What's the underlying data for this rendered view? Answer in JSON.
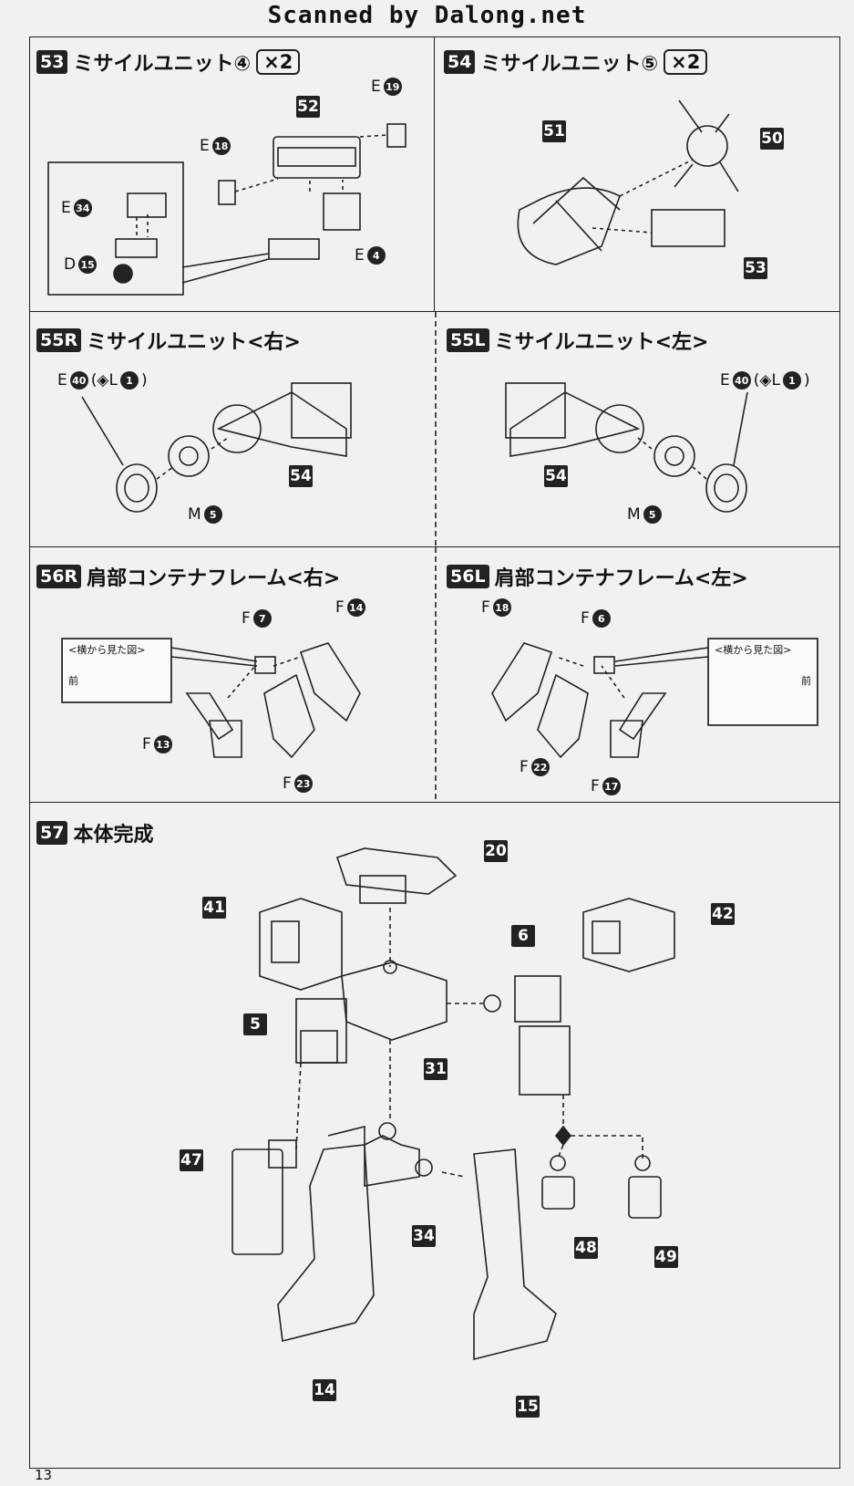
{
  "header": {
    "scan_credit": "Scanned by Dalong.net"
  },
  "footer": {
    "page_number": "13"
  },
  "steps": {
    "s53": {
      "num": "53",
      "title": "ミサイルユニット④",
      "mult": "×2",
      "parts": {
        "p52": "52",
        "e19_r": "E",
        "e19_n": "19",
        "e18_r": "E",
        "e18_n": "18",
        "e34_r": "E",
        "e34_n": "34",
        "d15_r": "D",
        "d15_n": "15",
        "e4_r": "E",
        "e4_n": "4"
      }
    },
    "s54": {
      "num": "54",
      "title": "ミサイルユニット⑤",
      "mult": "×2",
      "parts": {
        "p51": "51",
        "p50": "50",
        "p53": "53"
      }
    },
    "s55r": {
      "num": "55R",
      "title": "ミサイルユニット<右>",
      "parts": {
        "e40_r": "E",
        "e40_n": "40",
        "alt": "(◈L",
        "alt_n": "1",
        "alt_close": ")",
        "m5_r": "M",
        "m5_n": "5",
        "p54": "54"
      }
    },
    "s55l": {
      "num": "55L",
      "title": "ミサイルユニット<左>",
      "parts": {
        "e40_r": "E",
        "e40_n": "40",
        "alt": "(◈L",
        "alt_n": "1",
        "alt_close": ")",
        "m5_r": "M",
        "m5_n": "5",
        "p54": "54"
      }
    },
    "s56r": {
      "num": "56R",
      "title": "肩部コンテナフレーム<右>",
      "note_title": "<横から見た図>",
      "note_front": "前",
      "parts": {
        "f7_r": "F",
        "f7_n": "7",
        "f14_r": "F",
        "f14_n": "14",
        "f13_r": "F",
        "f13_n": "13",
        "f23_r": "F",
        "f23_n": "23"
      }
    },
    "s56l": {
      "num": "56L",
      "title": "肩部コンテナフレーム<左>",
      "note_title": "<横から見た図>",
      "note_front": "前",
      "parts": {
        "f18_r": "F",
        "f18_n": "18",
        "f6_r": "F",
        "f6_n": "6",
        "f22_r": "F",
        "f22_n": "22",
        "f17_r": "F",
        "f17_n": "17"
      }
    },
    "s57": {
      "num": "57",
      "title": "本体完成",
      "parts": {
        "p20": "20",
        "p41": "41",
        "p42": "42",
        "p6": "6",
        "p5": "5",
        "p31": "31",
        "p47": "47",
        "p34": "34",
        "p48": "48",
        "p49": "49",
        "p14": "14",
        "p15": "15"
      }
    }
  }
}
